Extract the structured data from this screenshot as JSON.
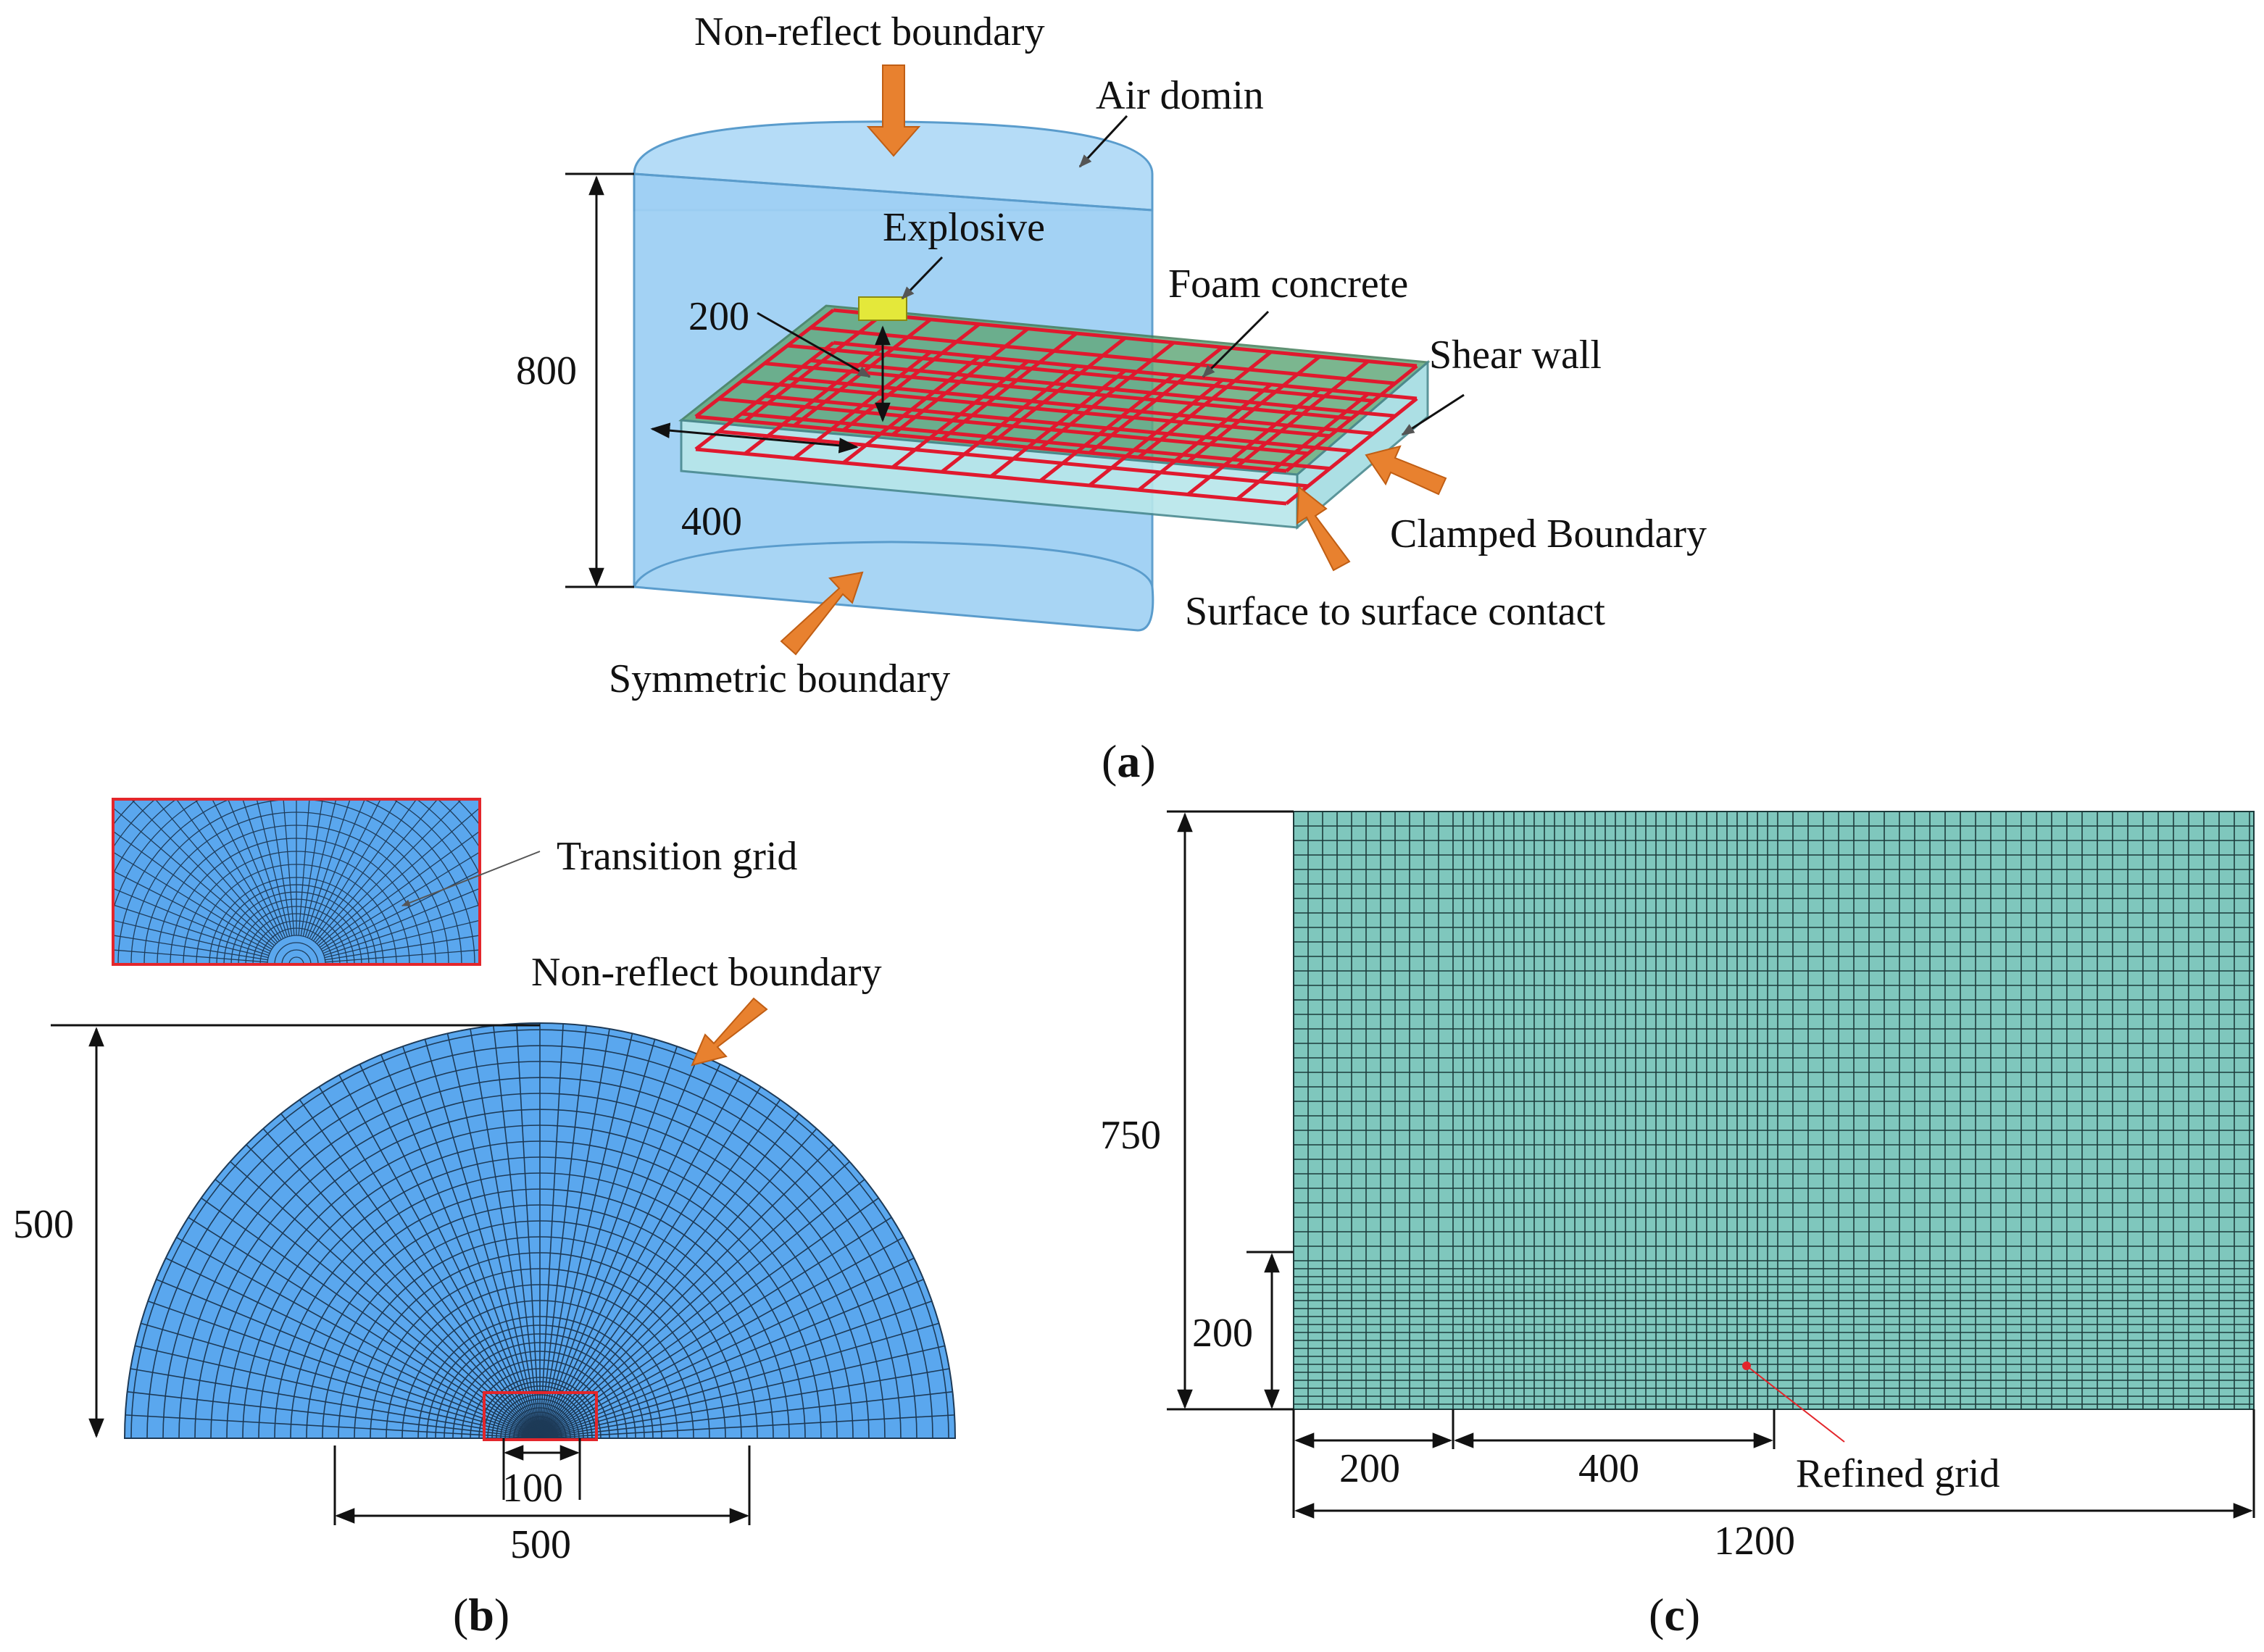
{
  "colors": {
    "air": "#9fd0f4",
    "air_edge": "#5a9ccc",
    "foam": "#5fa777",
    "shear_wall": "#b7e6ea",
    "rebar": "#e0192e",
    "explosive": "#e4e83a",
    "arrow": "#e8812f",
    "mesh_b": "#5aa7ee",
    "mesh_c": "#7fc7bd",
    "highlight": "#e3262b"
  },
  "panel_a": {
    "caption_letter": "a",
    "non_reflect": "Non-reflect boundary",
    "air_domain": "Air domin",
    "explosive": "Explosive",
    "foam_concrete": "Foam concrete",
    "shear_wall": "Shear wall",
    "clamped": "Clamped Boundary",
    "contact": "Surface to surface contact",
    "symmetric": "Symmetric boundary",
    "dim_height": "800",
    "dim_standoff": "200",
    "dim_length": "400"
  },
  "panel_b": {
    "caption_letter": "b",
    "transition_grid": "Transition grid",
    "non_reflect": "Non-reflect boundary",
    "dim_radius": "500",
    "dim_inner": "100",
    "dim_width": "500"
  },
  "panel_c": {
    "caption_letter": "c",
    "refined_grid": "Refined grid",
    "dim_height": "750",
    "dim_lower": "200",
    "dim_left": "200",
    "dim_mid": "400",
    "dim_total": "1200"
  }
}
